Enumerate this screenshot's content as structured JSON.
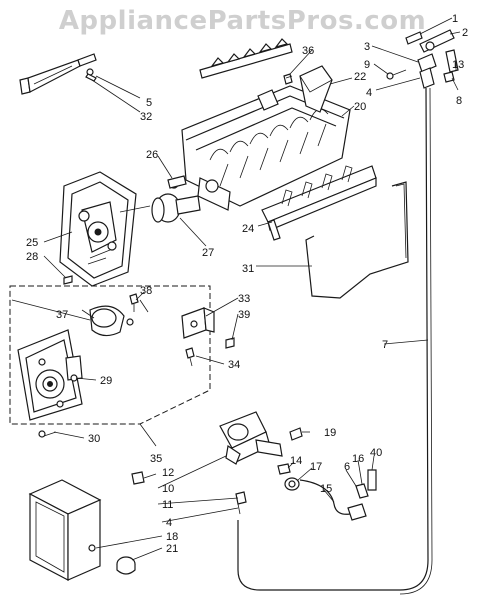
{
  "watermark": "AppliancePartsPros.com",
  "callouts": {
    "c1": "1",
    "c2": "2",
    "c3": "3",
    "c4a": "4",
    "c4b": "4",
    "c5": "5",
    "c6": "6",
    "c7": "7",
    "c8": "8",
    "c9": "9",
    "c10": "10",
    "c11": "11",
    "c12": "12",
    "c13": "13",
    "c14": "14",
    "c15": "15",
    "c16": "16",
    "c17": "17",
    "c18": "18",
    "c19": "19",
    "c20": "20",
    "c21": "21",
    "c22": "22",
    "c24": "24",
    "c25": "25",
    "c26": "26",
    "c27": "27",
    "c28": "28",
    "c29": "29",
    "c30": "30",
    "c31": "31",
    "c32": "32",
    "c33": "33",
    "c34": "34",
    "c35": "35",
    "c36": "36",
    "c37": "37",
    "c38": "38",
    "c39": "39",
    "c40": "40"
  }
}
